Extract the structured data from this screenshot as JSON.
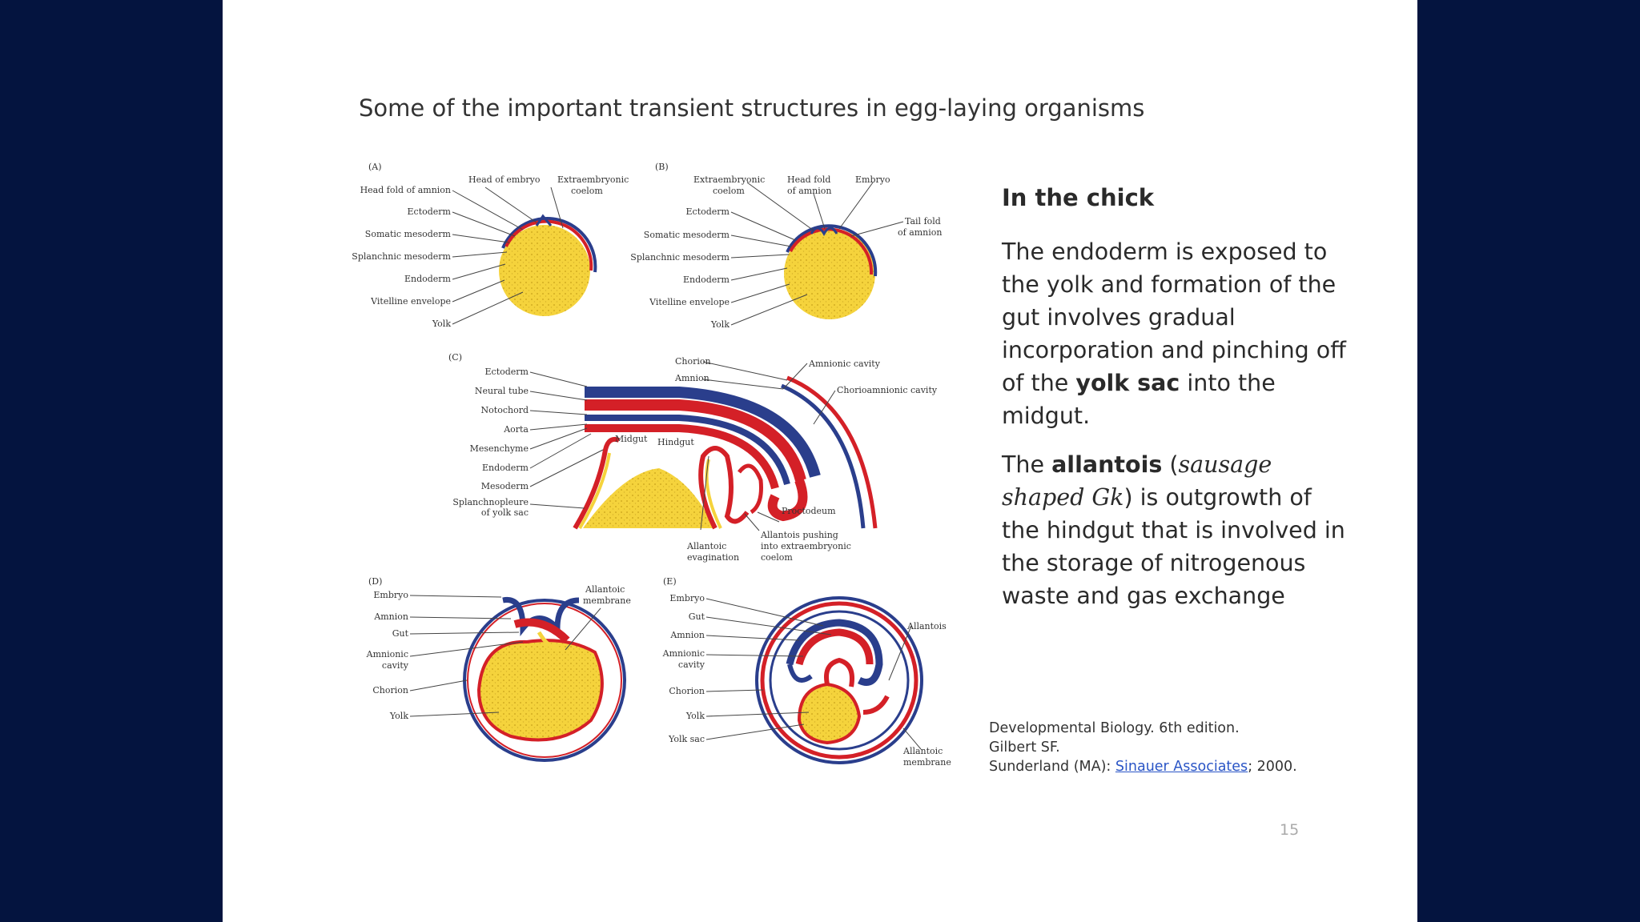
{
  "slide": {
    "title": "Some of the important transient structures in egg-laying organisms",
    "heading": "In the chick",
    "para1": {
      "pre": "The endoderm is exposed to the yolk and formation of the gut involves gradual incorporation and pinching off of the ",
      "bold": "yolk sac",
      "post": " into the midgut."
    },
    "para2": {
      "pre": "The ",
      "bold": "allantois",
      "paren_open": " (",
      "italic": "sausage shaped Gk",
      "post": ") is outgrowth of the hindgut that is involved in the storage of nitrogenous waste and gas exchange"
    },
    "citation": {
      "line1": "Developmental Biology. 6th edition.",
      "line2": "Gilbert SF.",
      "line3_pre": "Sunderland (MA): ",
      "line3_link": "Sinauer Associates",
      "line3_post": "; 2000."
    },
    "page_number": "15"
  },
  "figure": {
    "panel_a": {
      "tag": "(A)",
      "labels": [
        "Head fold of amnion",
        "Ectoderm",
        "Somatic mesoderm",
        "Splanchnic mesoderm",
        "Endoderm",
        "Vitelline envelope",
        "Yolk"
      ],
      "top1": "Head of embryo",
      "top2a": "Extraembryonic",
      "top2b": "coelom"
    },
    "panel_b": {
      "tag": "(B)",
      "top1a": "Extraembryonic",
      "top1b": "coelom",
      "top2a": "Head fold",
      "top2b": "of amnion",
      "top3": "Embryo",
      "right1a": "Tail fold",
      "right1b": "of amnion",
      "labels": [
        "Ectoderm",
        "Somatic mesoderm",
        "Splanchnic mesoderm",
        "Endoderm",
        "Vitelline envelope",
        "Yolk"
      ]
    },
    "panel_c": {
      "tag": "(C)",
      "labels": [
        "Ectoderm",
        "Neural tube",
        "Notochord",
        "Aorta",
        "Mesenchyme",
        "Endoderm",
        "Mesoderm"
      ],
      "splanch_a": "Splanchnopleure",
      "splanch_b": "of yolk sac",
      "chorion": "Chorion",
      "amnion": "Amnion",
      "amnionic_cavity": "Amnionic cavity",
      "chorioamnionic_cavity": "Chorioamnionic cavity",
      "midgut": "Midgut",
      "hindgut": "Hindgut",
      "proctodeum": "Proctodeum",
      "allantoic_evag_a": "Allantoic",
      "allantoic_evag_b": "evagination",
      "allantois_push_a": "Allantois pushing",
      "allantois_push_b": "into extraembryonic",
      "allantois_push_c": "coelom"
    },
    "panel_d": {
      "tag": "(D)",
      "embryo": "Embryo",
      "amnion": "Amnion",
      "gut": "Gut",
      "amnionic_a": "Amnionic",
      "amnionic_b": "cavity",
      "chorion": "Chorion",
      "yolk": "Yolk",
      "allantoic_a": "Allantoic",
      "allantoic_b": "membrane"
    },
    "panel_e": {
      "tag": "(E)",
      "embryo": "Embryo",
      "gut": "Gut",
      "amnion": "Amnion",
      "amnionic_a": "Amnionic",
      "amnionic_b": "cavity",
      "chorion": "Chorion",
      "yolk": "Yolk",
      "yolk_sac": "Yolk sac",
      "allantois": "Allantois",
      "allantoic_a": "Allantoic",
      "allantoic_b": "membrane"
    }
  },
  "colors": {
    "background": "#04143f",
    "slide": "#ffffff",
    "yolk": "#f5d33c",
    "ectoderm_blue": "#2a3e8c",
    "mesoderm_red": "#d42027",
    "link": "#2a55c6"
  }
}
